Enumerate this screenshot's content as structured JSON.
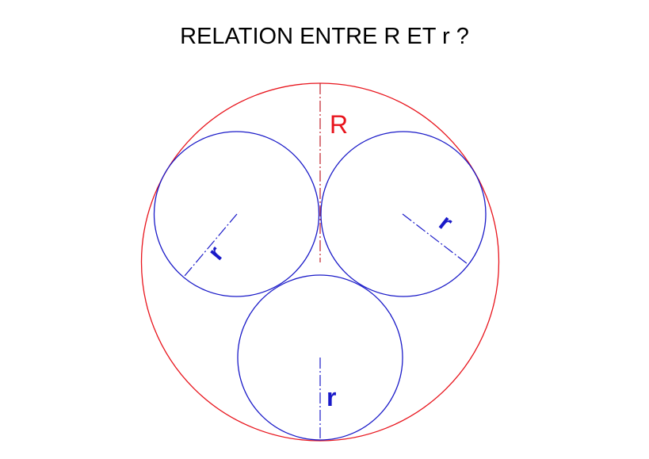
{
  "title": "RELATION ENTRE R ET r ?",
  "labels": {
    "big_radius": "R",
    "small_radius_left": "r",
    "small_radius_right": "r",
    "small_radius_bottom": "r"
  },
  "colors": {
    "big_circle": "#e8141c",
    "small_circles": "#1a1ac8",
    "title": "#000000"
  }
}
